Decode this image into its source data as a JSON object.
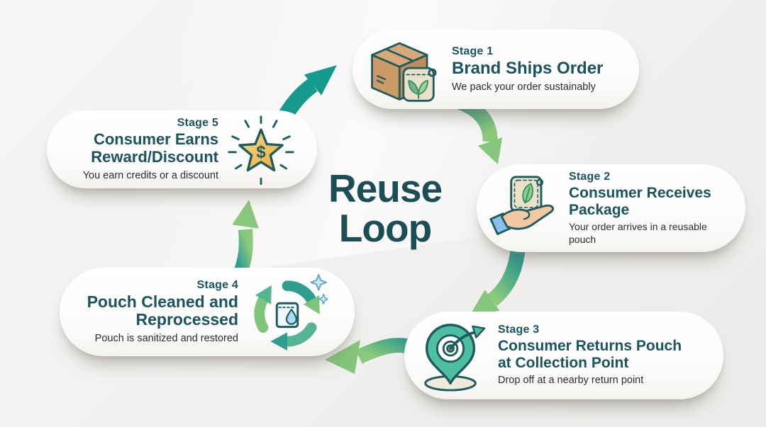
{
  "title": {
    "line1": "Reuse",
    "line2": "Loop"
  },
  "stages": [
    {
      "label": "Stage 1",
      "heading": "Brand Ships Order",
      "description": "We pack your order sustainably",
      "icon": "shipping-box-pouch-icon"
    },
    {
      "label": "Stage 2",
      "heading": "Consumer Receives Package",
      "description": "Your order arrives in a reusable pouch",
      "icon": "hand-holding-pouch-icon"
    },
    {
      "label": "Stage 3",
      "heading": "Consumer Returns Pouch at Collection Point",
      "description": "Drop off at a nearby return point",
      "icon": "location-target-icon"
    },
    {
      "label": "Stage 4",
      "heading": "Pouch Cleaned and Reprocessed",
      "description": "Pouch is sanitized and restored",
      "icon": "recycle-pouch-icon"
    },
    {
      "label": "Stage 5",
      "heading": "Consumer Earns Reward/Discount",
      "description": "You earn credits or a discount",
      "icon": "reward-star-icon"
    }
  ],
  "arrows": [
    {
      "from": "Stage 1",
      "to": "Stage 2"
    },
    {
      "from": "Stage 2",
      "to": "Stage 3"
    },
    {
      "from": "Stage 3",
      "to": "Stage 4"
    },
    {
      "from": "Stage 4",
      "to": "Stage 5"
    },
    {
      "from": "Stage 5",
      "to": "Stage 1"
    }
  ],
  "colors": {
    "heading_teal": "#1b535f",
    "title_teal": "#1d4e58",
    "body_text": "#2d2d2d",
    "arrow_teal": "#1a9a8e",
    "arrow_green": "#8cc97c",
    "card_background": "#ffffff",
    "page_background": "#f1f0ee",
    "star_gold": "#f2b54d",
    "box_tan": "#cf9f6e",
    "pouch_beige": "#e9e1cb",
    "pin_green": "#4ec0a1"
  }
}
